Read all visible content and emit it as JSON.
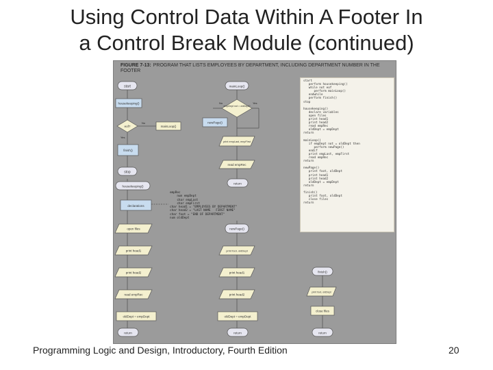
{
  "slide": {
    "title_line1": "Using Control Data Within A Footer In",
    "title_line2": "a Control Break Module (continued)",
    "footer_text": "Programming Logic and Design, Introductory, Fourth Edition",
    "page_number": "20"
  },
  "figure": {
    "number": "FIGURE 7-13:",
    "caption": "PROGRAM THAT LISTS EMPLOYEES BY DEPARTMENT, INCLUDING DEPARTMENT NUMBER IN THE FOOTER",
    "colors": {
      "background": "#9b9b9b",
      "terminal": "#e6e6f0",
      "process": "#f4f0cf",
      "decision": "#f4f0cf",
      "highlight": "#c8dcef"
    },
    "flow": {
      "start": "start",
      "housekeeping_call": "housekeeping()",
      "eof_decision": "eof?",
      "eof_no": "No",
      "eof_yes": "Yes",
      "main_loop_call": "mainLoop()",
      "finish_call": "finish()",
      "stop": "stop",
      "main_loop": "mainLoop()",
      "dept_decision": "empDept not = oldDept?",
      "dept_no": "No",
      "dept_yes": "Yes",
      "new_page_call": "newPage()",
      "print_emp": "print empLast, empFirst",
      "read_emp": "read empRec",
      "main_return": "return",
      "housekeeping_module": "housekeeping()",
      "declarations": "declarations",
      "open_files": "open files",
      "print_head1": "print head1",
      "print_head2": "print head2",
      "read_emp_hk": "read empRec",
      "old_dept_assign": "oldDept = empDept",
      "hk_return": "return",
      "new_page_module": "newPage()",
      "print_foot": "print foot, oldDept",
      "print_head1_np": "print head1",
      "print_head2_np": "print head2",
      "np_old_dept": "oldDept = empDept",
      "np_return": "return",
      "finish_module": "finish()",
      "finish_print": "print foot, oldDept",
      "close_files": "close files",
      "finish_return": "return"
    },
    "declaration_lines": [
      "empRec",
      "    num empDept",
      "    char empLast",
      "    char empFirst",
      "char head1 = \"EMPLOYEES BY DEPARTMENT\"",
      "char head2 = \"LAST NAME   FIRST NAME\"",
      "char foot = \"END OF DEPARTMENT\"",
      "num oldDept"
    ],
    "code_lines": [
      "start",
      "   perform housekeeping()",
      "   while not eof",
      "      perform mainLoop()",
      "   endwhile",
      "   perform finish()",
      "stop",
      "",
      "housekeeping()",
      "   declare variables",
      "   open files",
      "   print head1",
      "   print head2",
      "   read empRec",
      "   oldDept = empDept",
      "return",
      "",
      "mainLoop()",
      "   if empDept not = oldDept then",
      "      perform newPage()",
      "   endif",
      "   print empLast, empFirst",
      "   read empRec",
      "return",
      "",
      "newPage()",
      "   print foot, oldDept",
      "   print head1",
      "   print head2",
      "   oldDept = empDept",
      "return",
      "",
      "finish()",
      "   print foot, oldDept",
      "   close files",
      "return"
    ]
  }
}
